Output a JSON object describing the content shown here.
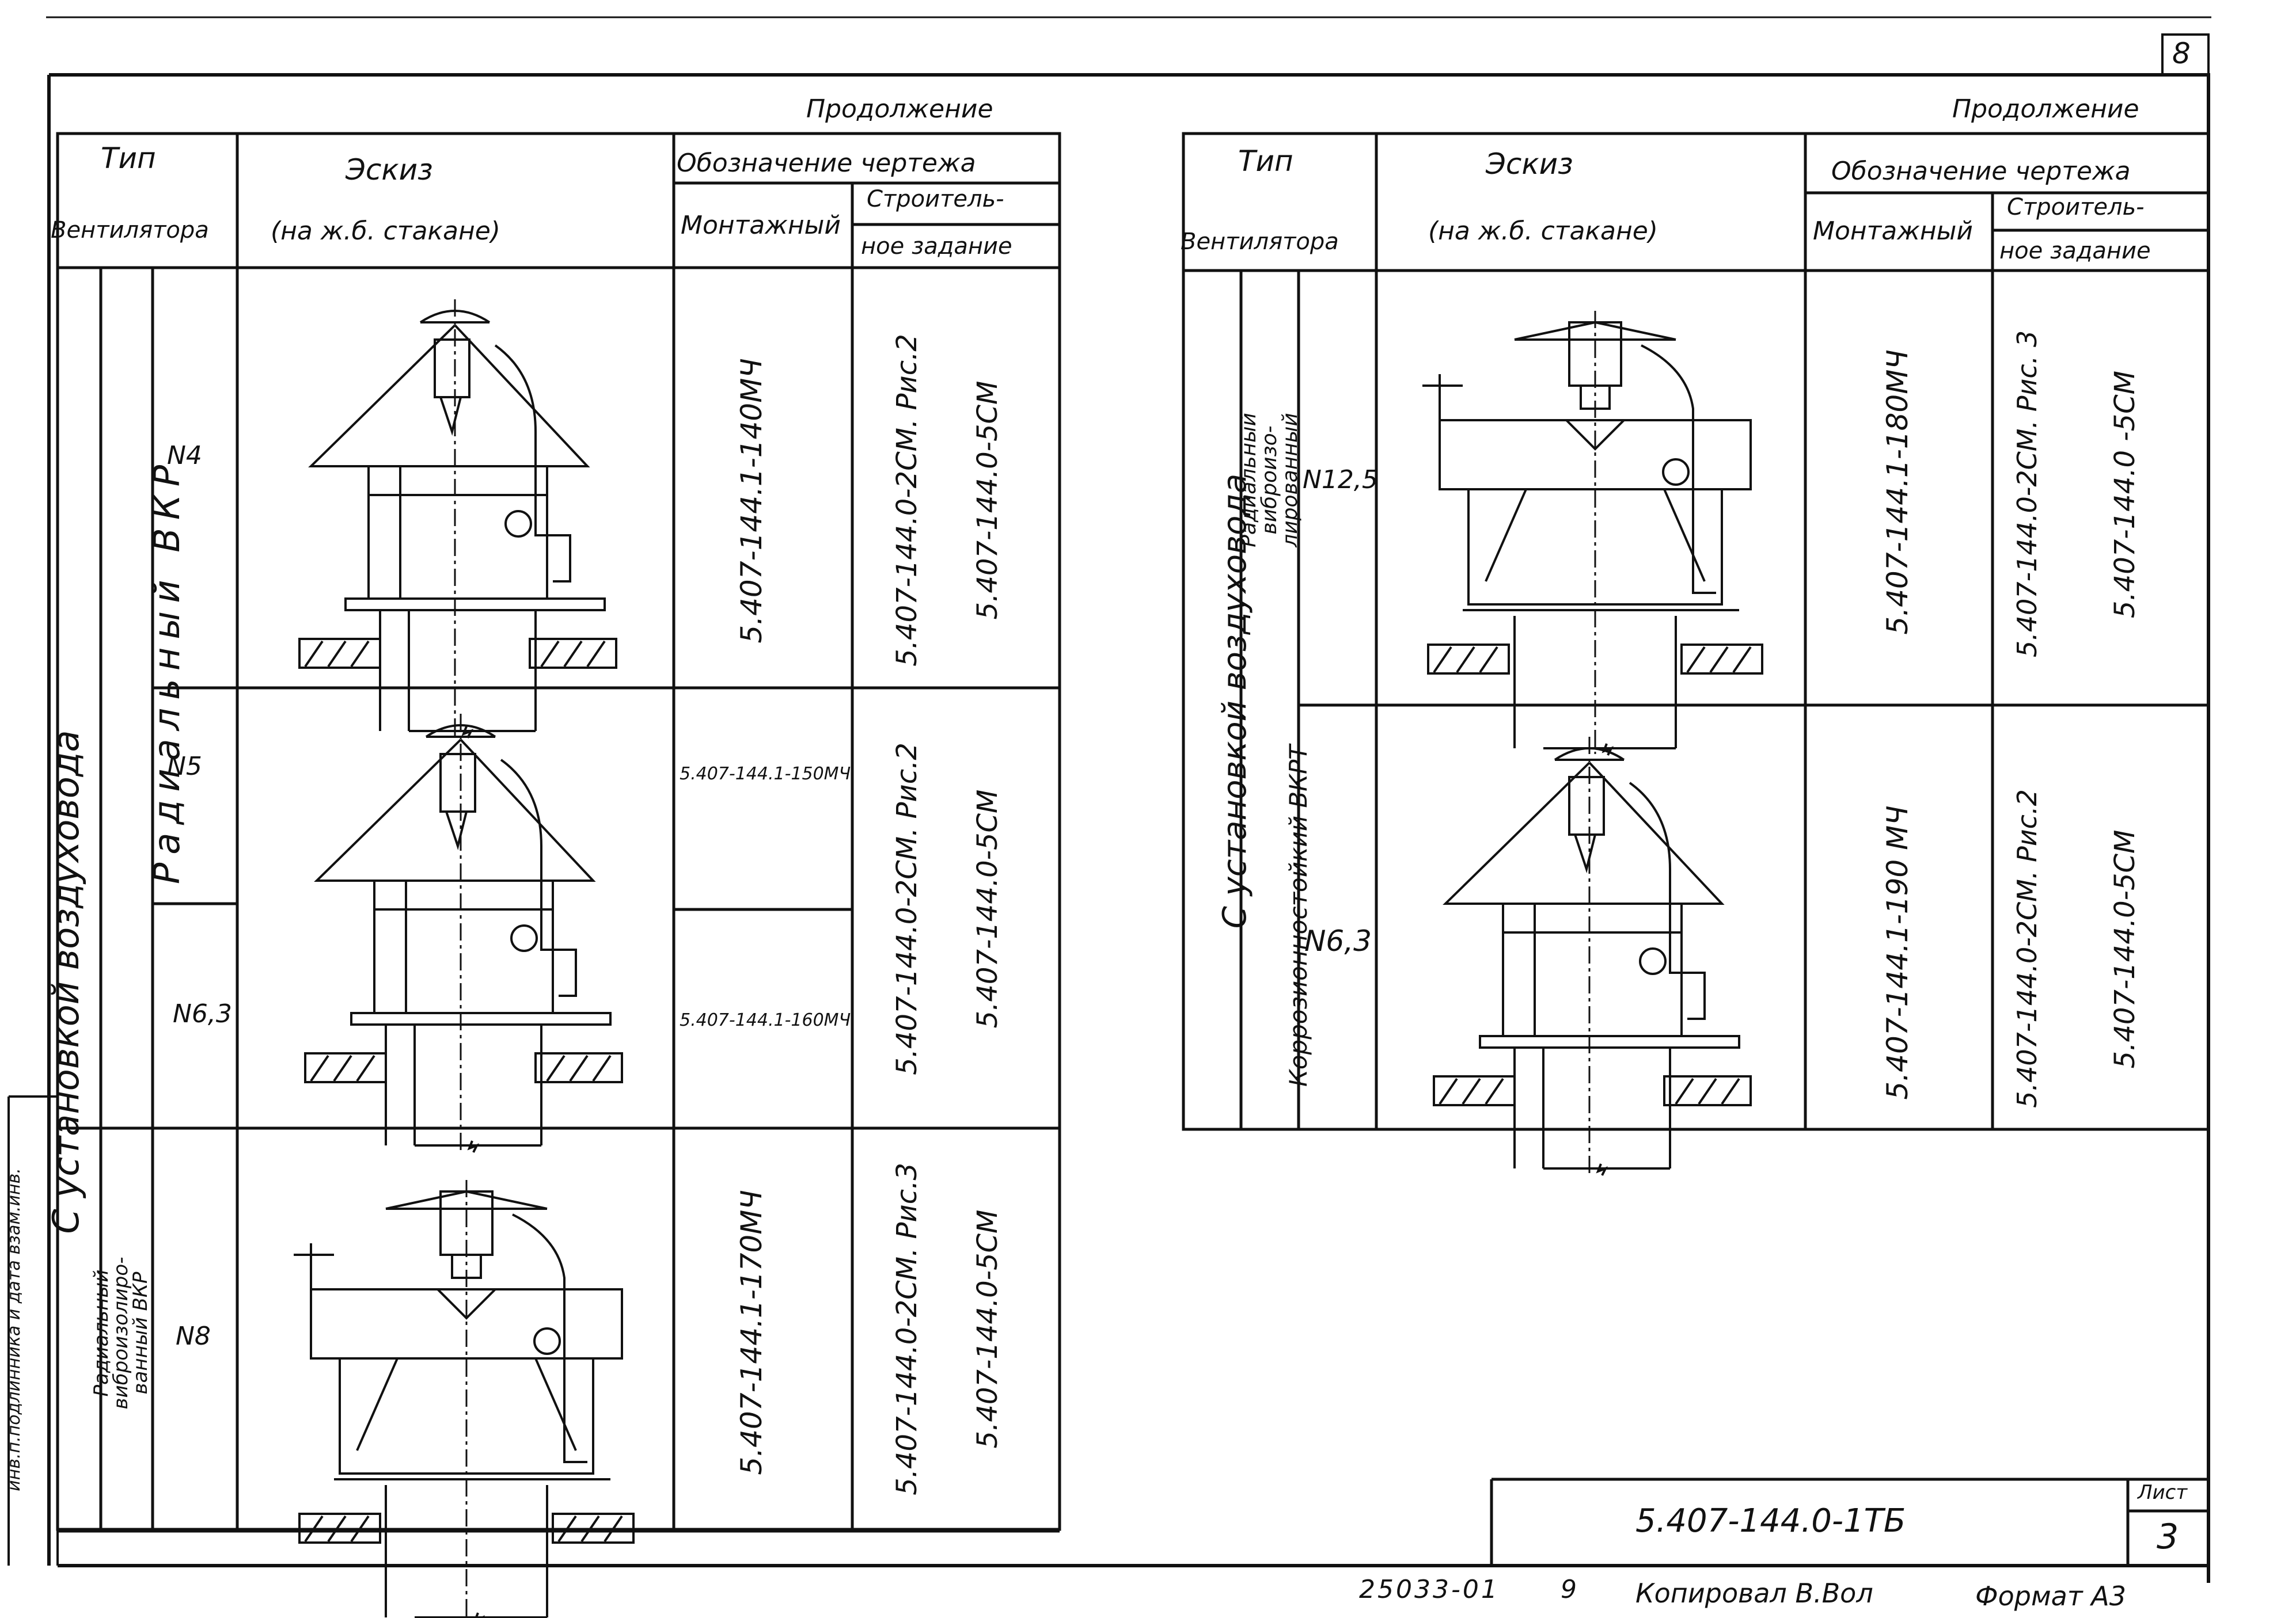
{
  "sheet": {
    "page_number": "8",
    "list_label": "Лист",
    "list_number": "3",
    "doc_code": "5.407-144.0-1ТБ"
  },
  "footer": {
    "left_code": "25033-01",
    "left_num": "9",
    "copied": "Копировал В.Вол",
    "format": "Формат А3"
  },
  "margin_vertical_text": "инв.п.подлинника и дата взам.инв.",
  "left_table": {
    "continuation": "Продолжение",
    "headers": {
      "type_line1": "Тип",
      "type_line2": "Вентилятора",
      "sketch_line1": "Эскиз",
      "sketch_line2": "(на ж.б. стакане)",
      "drawing": "Обозначение чертежа",
      "mounting": "Монтажный",
      "building_line1": "Строитель-",
      "building_line2": "ное задание"
    },
    "group_label": "С установкой воздуховода",
    "subgroup_vkr": "Радиальный ВКР",
    "subgroup_vibro": "Радиальный виброизолиро- ванный ВКР",
    "rows": [
      {
        "size": "N4",
        "mounting": "5.407-144.1-140МЧ",
        "building1": "5.407-144.0-2СМ. Рис.2",
        "building2": "5.407-144.0-5СМ"
      },
      {
        "size": "N5",
        "mounting": "5.407-144.1-150МЧ",
        "building1": "5.407-144.0-2СМ. Рис.2",
        "building2": "5.407-144.0-5СМ"
      },
      {
        "size": "N6,3",
        "mounting": "5.407-144.1-160МЧ"
      },
      {
        "size": "N8",
        "mounting": "5.407-144.1-170МЧ",
        "building1": "5.407-144.0-2СМ. Рис.3",
        "building2": "5.407-144.0-5СМ"
      }
    ]
  },
  "right_table": {
    "continuation": "Продолжение",
    "headers": {
      "type_line1": "Тип",
      "type_line2": "Вентилятора",
      "sketch_line1": "Эскиз",
      "sketch_line2": "(на ж.б. стакане)",
      "drawing": "Обозначение чертежа",
      "mounting": "Монтажный",
      "building_line1": "Строитель-",
      "building_line2": "ное задание"
    },
    "group_label": "С установкой воздуховода",
    "subgroup_vibro": "Радиальный виброизо- лированный",
    "subgroup_korr": "Коррозионностойкий ВКРТ",
    "rows": [
      {
        "size": "N12,5",
        "mounting": "5.407-144.1-180МЧ",
        "building1": "5.407-144.0-2СМ. Рис. 3",
        "building2": "5.407-144.0 -5СМ"
      },
      {
        "size": "N6,3",
        "mounting": "5.407-144.1-190 МЧ",
        "building1": "5.407-144.0-2СМ. Рис.2",
        "building2": "5.407-144.0-5СМ"
      }
    ]
  }
}
